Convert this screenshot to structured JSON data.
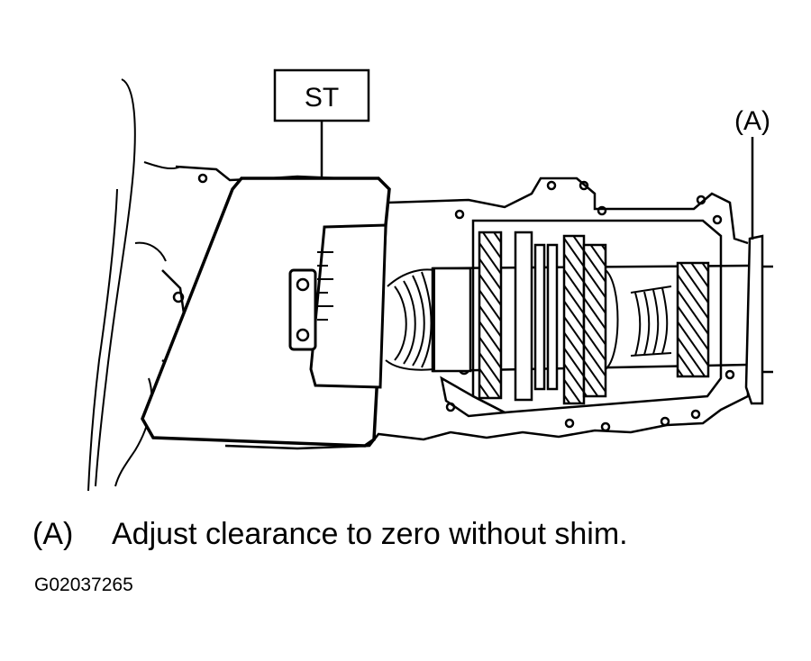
{
  "labels": {
    "tool": "ST",
    "callout": "(A)"
  },
  "caption": {
    "key": "(A)",
    "text": "Adjust clearance to zero without shim."
  },
  "figure_id": "G02037265"
}
